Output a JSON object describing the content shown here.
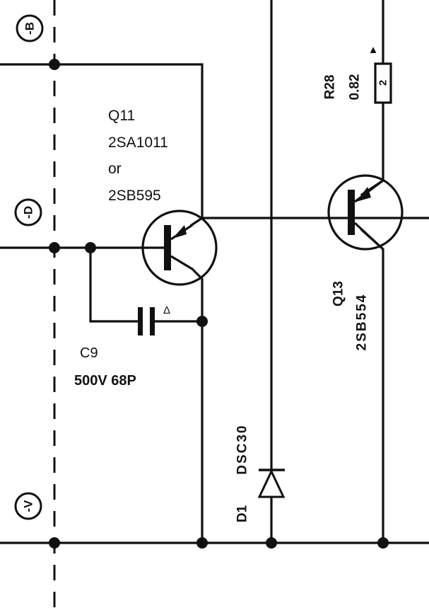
{
  "colors": {
    "ink": "#111111",
    "paper": "#ffffff"
  },
  "connectors": {
    "b": "-B",
    "d": "-D",
    "v": "-V"
  },
  "q11": {
    "ref": "Q11",
    "part1": "2SA1011",
    "or_text": "or",
    "part2": "2SB595"
  },
  "c9": {
    "ref": "C9",
    "value": "500V 68P",
    "mark": "Δ"
  },
  "r28": {
    "ref": "R28",
    "value": "0.82",
    "body_text": "2",
    "mark": "▲"
  },
  "q13": {
    "ref": "Q13",
    "part": "2SB554"
  },
  "d1": {
    "ref": "D1",
    "part": "DSC30"
  }
}
